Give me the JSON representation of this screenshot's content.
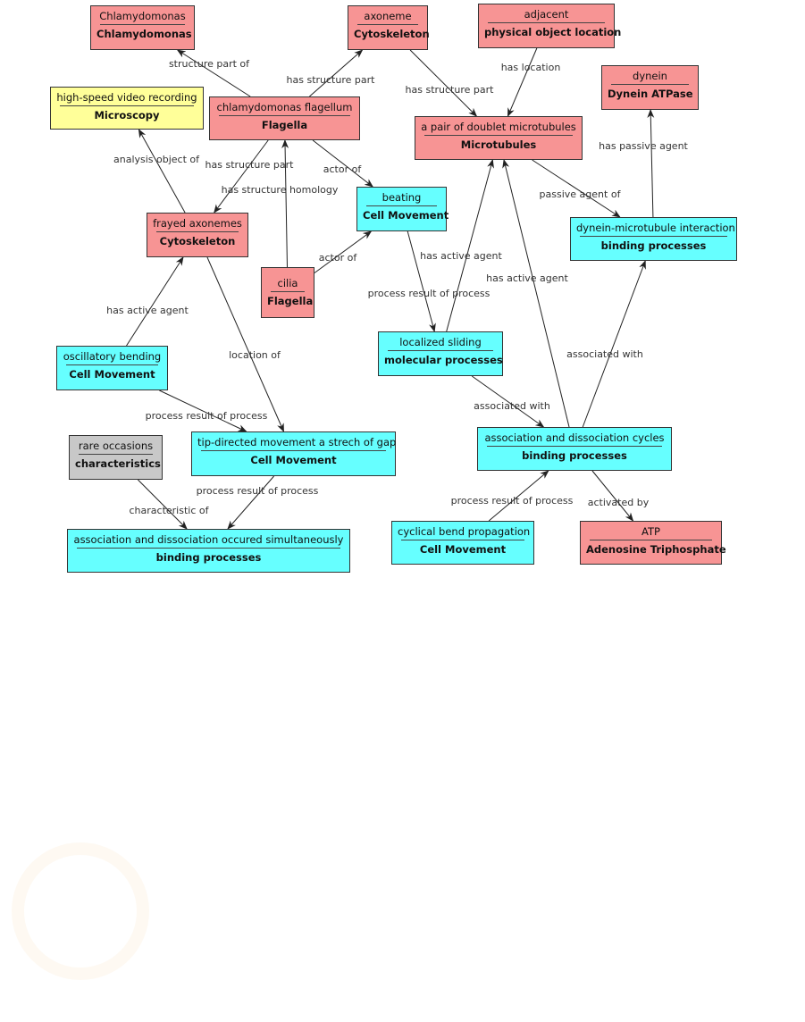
{
  "node_colors": {
    "entity": "#f79494",
    "process": "#66ffff",
    "method": "#ffff99",
    "quality": "#c8c8c8"
  },
  "nodes": [
    {
      "id": "chlamydomonas",
      "name": "Chlamydomonas",
      "type": "Chlamydomonas",
      "category": "entity"
    },
    {
      "id": "axoneme",
      "name": "axoneme",
      "type": "Cytoskeleton",
      "category": "entity"
    },
    {
      "id": "adjacent",
      "name": "adjacent",
      "type": "physical object location",
      "category": "entity"
    },
    {
      "id": "dynein",
      "name": "dynein",
      "type": "Dynein ATPase",
      "category": "entity"
    },
    {
      "id": "hsvideo",
      "name": "high-speed video recording",
      "type": "Microscopy",
      "category": "method"
    },
    {
      "id": "flagellum",
      "name": "chlamydomonas flagellum",
      "type": "Flagella",
      "category": "entity"
    },
    {
      "id": "doublet",
      "name": "a pair of doublet microtubules",
      "type": "Microtubules",
      "category": "entity"
    },
    {
      "id": "beating",
      "name": "beating",
      "type": "Cell Movement",
      "category": "process"
    },
    {
      "id": "frayed",
      "name": "frayed axonemes",
      "type": "Cytoskeleton",
      "category": "entity"
    },
    {
      "id": "dmi",
      "name": "dynein-microtubule interaction",
      "type": "binding processes",
      "category": "process"
    },
    {
      "id": "cilia",
      "name": "cilia",
      "type": "Flagella",
      "category": "entity"
    },
    {
      "id": "sliding",
      "name": "localized sliding",
      "type": "molecular processes",
      "category": "process"
    },
    {
      "id": "oscillatory",
      "name": "oscillatory bending",
      "type": "Cell Movement",
      "category": "process"
    },
    {
      "id": "rare",
      "name": "rare occasions",
      "type": "characteristics",
      "category": "quality"
    },
    {
      "id": "tipdir",
      "name": "tip-directed movement a strech of gap",
      "type": "Cell Movement",
      "category": "process"
    },
    {
      "id": "adc",
      "name": "association and dissociation cycles",
      "type": "binding processes",
      "category": "process"
    },
    {
      "id": "cyclical",
      "name": "cyclical bend propagation",
      "type": "Cell Movement",
      "category": "process"
    },
    {
      "id": "atp",
      "name": "ATP",
      "type": "Adenosine Triphosphate",
      "category": "entity"
    },
    {
      "id": "adsim",
      "name": "association and dissociation occured simultaneously",
      "type": "binding processes",
      "category": "process"
    }
  ],
  "edges": [
    {
      "from": "flagellum",
      "to": "chlamydomonas",
      "label": "structure part of"
    },
    {
      "from": "flagellum",
      "to": "axoneme",
      "label": "has structure part"
    },
    {
      "from": "axoneme",
      "to": "doublet",
      "label": "has structure part"
    },
    {
      "from": "adjacent",
      "to": "doublet",
      "label": "has location"
    },
    {
      "from": "dmi",
      "to": "dynein",
      "label": "has passive agent"
    },
    {
      "from": "frayed",
      "to": "hsvideo",
      "label": "analysis object of"
    },
    {
      "from": "flagellum",
      "to": "frayed",
      "label": "has structure part"
    },
    {
      "from": "cilia",
      "to": "flagellum",
      "label": "has structure homology"
    },
    {
      "from": "flagellum",
      "to": "beating",
      "label": "actor of"
    },
    {
      "from": "cilia",
      "to": "beating",
      "label": "actor of"
    },
    {
      "from": "doublet",
      "to": "dmi",
      "label": "passive agent of"
    },
    {
      "from": "beating",
      "to": "sliding",
      "label": "has active agent"
    },
    {
      "from": "sliding",
      "to": "doublet",
      "label": "process result of process"
    },
    {
      "from": "adc",
      "to": "doublet",
      "label": "has active agent"
    },
    {
      "from": "oscillatory",
      "to": "frayed",
      "label": "has active agent"
    },
    {
      "from": "frayed",
      "to": "tipdir",
      "label": "location of"
    },
    {
      "from": "oscillatory",
      "to": "tipdir",
      "label": "process result of process"
    },
    {
      "from": "adc",
      "to": "dmi",
      "label": "associated with"
    },
    {
      "from": "sliding",
      "to": "adc",
      "label": "associated with"
    },
    {
      "from": "cyclical",
      "to": "adc",
      "label": "process result of process"
    },
    {
      "from": "adc",
      "to": "atp",
      "label": "activated by"
    },
    {
      "from": "tipdir",
      "to": "adsim",
      "label": "process result of process"
    },
    {
      "from": "rare",
      "to": "adsim",
      "label": "characteristic of"
    }
  ]
}
